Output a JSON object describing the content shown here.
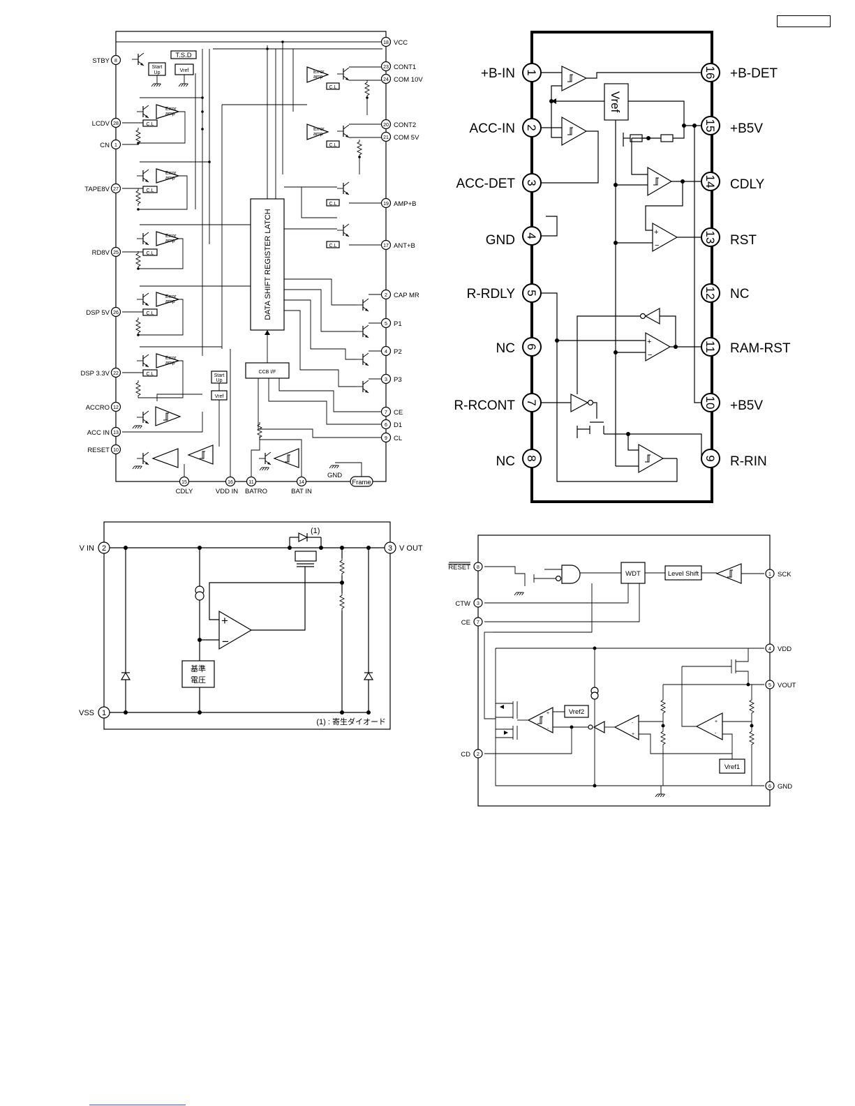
{
  "diagram1": {
    "pins_right": [
      {
        "num": "18",
        "label": "VCC"
      },
      {
        "num": "23",
        "label": "CONT1"
      },
      {
        "num": "24",
        "label": "COM 10V"
      },
      {
        "num": "20",
        "label": "CONT2"
      },
      {
        "num": "21",
        "label": "COM 5V"
      },
      {
        "num": "19",
        "label": "AMP+B"
      },
      {
        "num": "17",
        "label": "ANT+B"
      },
      {
        "num": "2",
        "label": "CAP MR"
      },
      {
        "num": "5",
        "label": "P1"
      },
      {
        "num": "4",
        "label": "P2"
      },
      {
        "num": "3",
        "label": "P3"
      },
      {
        "num": "7",
        "label": "CE"
      },
      {
        "num": "6",
        "label": "D1"
      },
      {
        "num": "9",
        "label": "CL"
      }
    ],
    "pins_left": [
      {
        "num": "8",
        "label": "STBY"
      },
      {
        "num": "28",
        "label": "LCDV"
      },
      {
        "num": "1",
        "label": "CN"
      },
      {
        "num": "27",
        "label": "TAPE8V"
      },
      {
        "num": "25",
        "label": "RD8V"
      },
      {
        "num": "26",
        "label": "DSP 5V"
      },
      {
        "num": "22",
        "label": "DSP 3.3V"
      },
      {
        "num": "12",
        "label": "ACCRO"
      },
      {
        "num": "13",
        "label": "ACC IN"
      },
      {
        "num": "10",
        "label": "RESET"
      }
    ],
    "pins_bottom": [
      {
        "num": "15",
        "label": "CDLY"
      },
      {
        "num": "16",
        "label": "VDD IN"
      },
      {
        "num": "11",
        "label": "BATRO"
      },
      {
        "num": "14",
        "label": "BAT IN"
      }
    ],
    "tsd": "T.S.D",
    "start_up_1": "Start",
    "start_up_2": "Up",
    "vref": "Vref",
    "error_1": "Error",
    "error_2": "amp",
    "cl": "C.L",
    "latch": "DATA SHIFT REGISTER LATCH",
    "ccb": "CCB I/F",
    "gnd": "GND",
    "frame": "Frame"
  },
  "diagram2": {
    "pins_left": [
      {
        "num": "1",
        "label": "+B-IN"
      },
      {
        "num": "2",
        "label": "ACC-IN"
      },
      {
        "num": "3",
        "label": "ACC-DET"
      },
      {
        "num": "4",
        "label": "GND"
      },
      {
        "num": "5",
        "label": "R-RDLY"
      },
      {
        "num": "6",
        "label": "NC"
      },
      {
        "num": "7",
        "label": "R-RCONT"
      },
      {
        "num": "8",
        "label": "NC"
      }
    ],
    "pins_right": [
      {
        "num": "16",
        "label": "+B-DET"
      },
      {
        "num": "15",
        "label": "+B5V"
      },
      {
        "num": "14",
        "label": "CDLY"
      },
      {
        "num": "13",
        "label": "RST"
      },
      {
        "num": "12",
        "label": "NC"
      },
      {
        "num": "11",
        "label": "RAM-RST"
      },
      {
        "num": "10",
        "label": "+B5V"
      },
      {
        "num": "9",
        "label": "R-RIN"
      }
    ],
    "vref": "Vref"
  },
  "diagram3": {
    "vin_num": "2",
    "vin": "V IN",
    "vout_num": "3",
    "vout": "V OUT",
    "vss_num": "1",
    "vss": "VSS",
    "ref_1": "基準",
    "ref_2": "電圧",
    "diode_mark": "(1)",
    "note": "(1) : 寄生ダイオード"
  },
  "diagram4": {
    "pins_left": [
      {
        "num": "8",
        "label": "RESET"
      },
      {
        "num": "3",
        "label": "CTW"
      },
      {
        "num": "7",
        "label": "CE"
      },
      {
        "num": "2",
        "label": "CD"
      }
    ],
    "pins_right": [
      {
        "num": "1",
        "label": "SCK"
      },
      {
        "num": "4",
        "label": "VDD"
      },
      {
        "num": "5",
        "label": "VOUT"
      },
      {
        "num": "6",
        "label": "GND"
      }
    ],
    "wdt": "WDT",
    "level_shift": "Level Shift",
    "vref2": "Vref2",
    "vref1": "Vref1"
  }
}
